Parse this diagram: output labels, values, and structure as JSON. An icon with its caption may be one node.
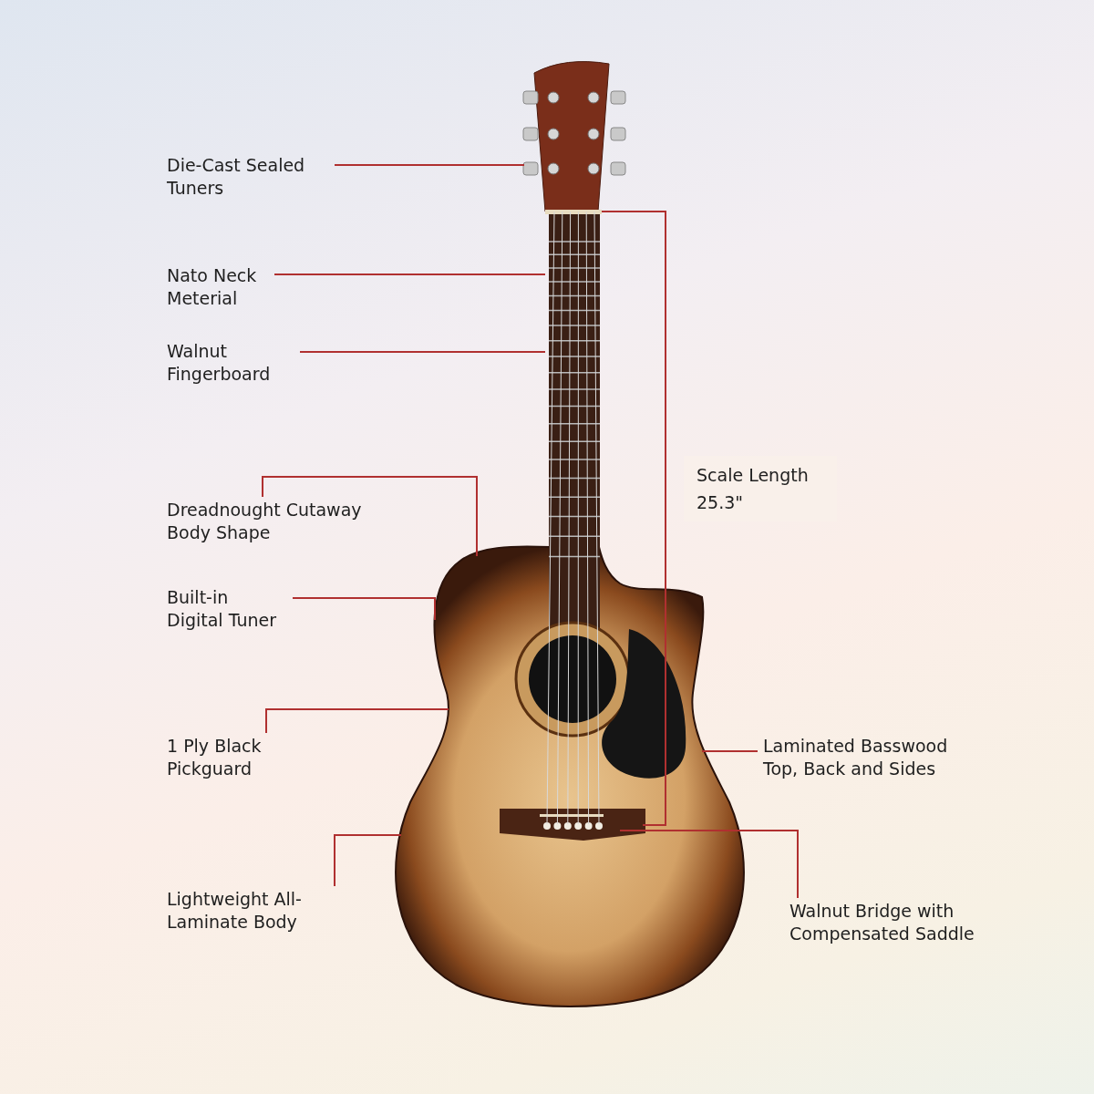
{
  "diagram": {
    "nodes": [
      {
        "text": [
          "Die-Cast Sealed Tuners"
        ]
      },
      {
        "text": [
          "Nato Neck Meterial"
        ]
      },
      {
        "text": [
          "Walnut Fingerboard"
        ]
      },
      {
        "text": [
          "Dreadnought Cutaway Body Shape"
        ]
      },
      {
        "text": [
          "Built-in Digital Tuner"
        ]
      },
      {
        "text": [
          "1 Ply Black Pickguard"
        ]
      },
      {
        "text": [
          "Lightweight All-Laminate Body"
        ]
      },
      {
        "text": [
          "Laminated Basswood Top, Back and Sides"
        ]
      },
      {
        "text": [
          "Walnut Bridge with Compensated Saddle"
        ]
      }
    ],
    "edges": [
      {
        "from": 0,
        "to": null,
        "arrow": "none"
      },
      {
        "from": 1,
        "to": null,
        "arrow": "none"
      },
      {
        "from": 2,
        "to": null,
        "arrow": "none"
      },
      {
        "from": 3,
        "to": null,
        "arrow": "none"
      },
      {
        "from": 4,
        "to": null,
        "arrow": "none"
      },
      {
        "from": 5,
        "to": null,
        "arrow": "none"
      },
      {
        "from": 6,
        "to": null,
        "arrow": "none"
      },
      {
        "from": 7,
        "to": null,
        "arrow": "none"
      },
      {
        "from": 8,
        "to": null,
        "arrow": "none"
      }
    ],
    "labels": [
      "Scale Length 25.3\""
    ]
  }
}
